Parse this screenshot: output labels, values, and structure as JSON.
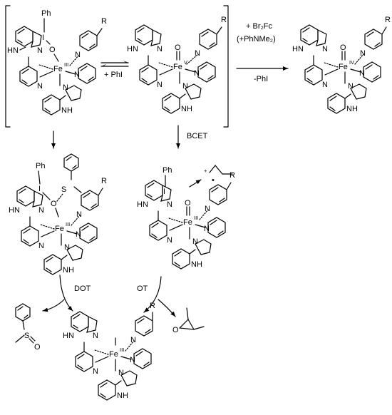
{
  "conditions": {
    "plus_phi": "+ PhI",
    "br2fc": "+ Br₂Fc",
    "phnme2": "(+PhNMe₂)",
    "minus_phi": "-PhI",
    "bcet": "BCET",
    "dot": "DOT",
    "ot": "OT"
  },
  "atoms": {
    "fe": "Fe",
    "ox3": "III",
    "ox4": "IV",
    "ox5": "V",
    "n": "N",
    "hn": "HN",
    "nh": "NH",
    "h": "H",
    "o": "O",
    "i": "I",
    "ph": "Ph",
    "r": "R",
    "s": "S",
    "radical_dot": "•",
    "plus": "+"
  }
}
